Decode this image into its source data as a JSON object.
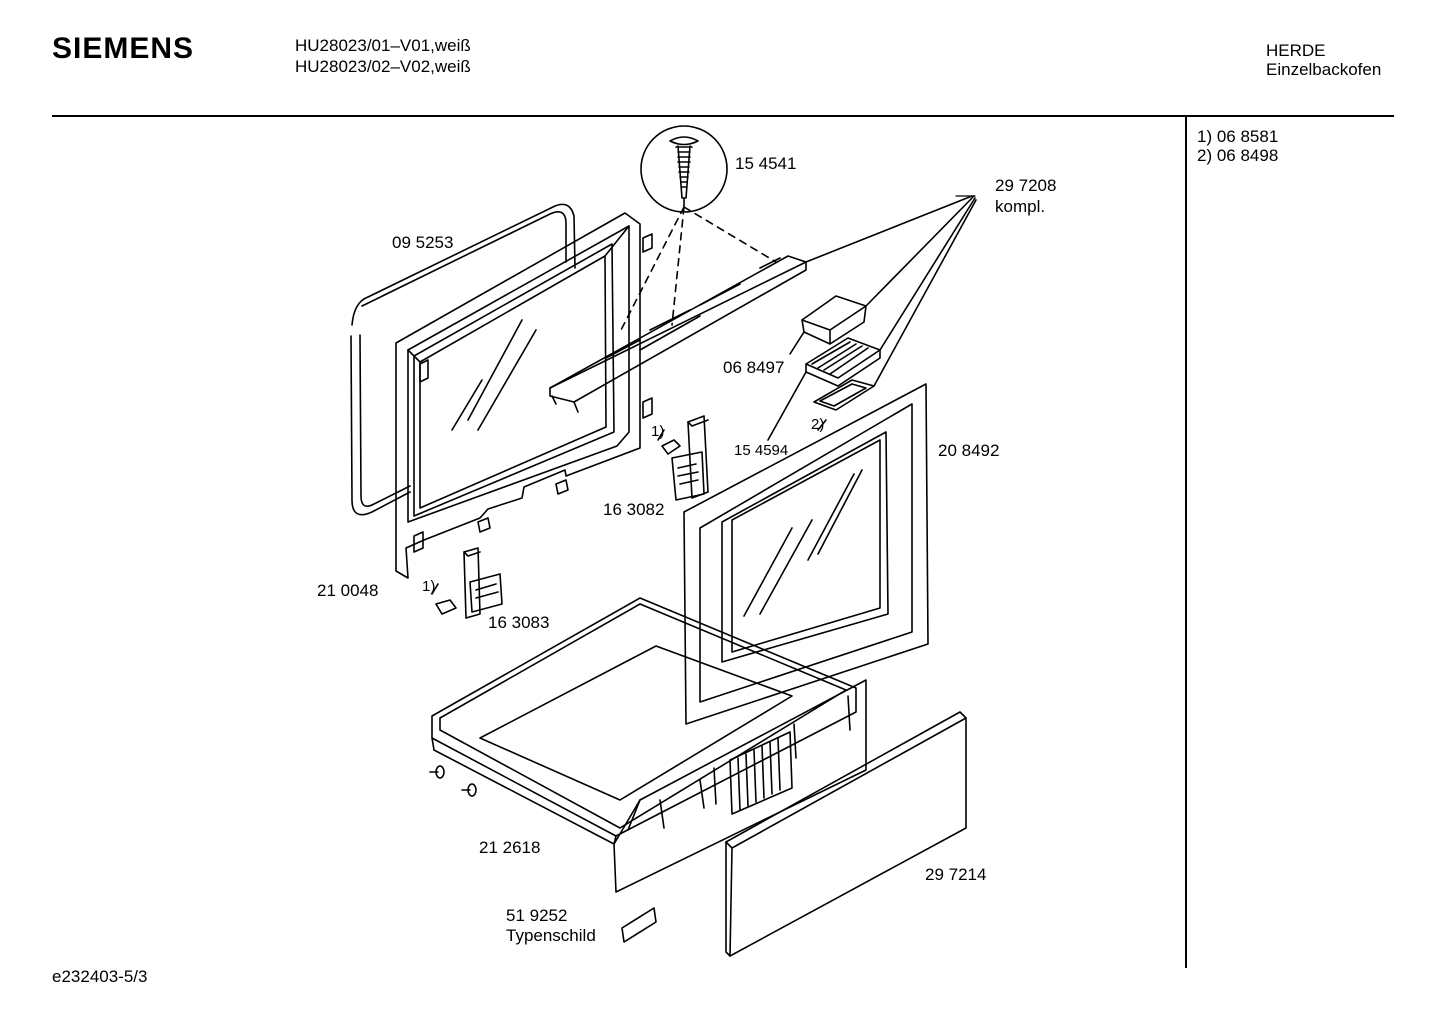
{
  "header": {
    "brand": "SIEMENS",
    "models": [
      "HU28023/01–V01,weiß",
      "HU28023/02–V02,weiß"
    ],
    "category": "HERDE",
    "subcategory": "Einzelbackofen"
  },
  "notes": [
    "1) 06 8581",
    "2) 06 8498"
  ],
  "parts": {
    "screw": "15 4541",
    "seal": "09 5253",
    "trim_set": "29 7208",
    "trim_set_note": "kompl.",
    "handle_cap": "06 8497",
    "handle_insert": "15 4594",
    "insert_ref": "2)",
    "outer_door": "20 8492",
    "hinge_right": "16 3082",
    "hinge_right_ref": "1)",
    "inner_door": "21 0048",
    "hinge_left_ref": "1)",
    "hinge_left": "16 3083",
    "drawer": "21 2618",
    "drawer_panel": "29 7214",
    "type_plate": "51 9252",
    "type_plate_label": "Typenschild"
  },
  "footer": {
    "code": "e232403-5/3"
  }
}
